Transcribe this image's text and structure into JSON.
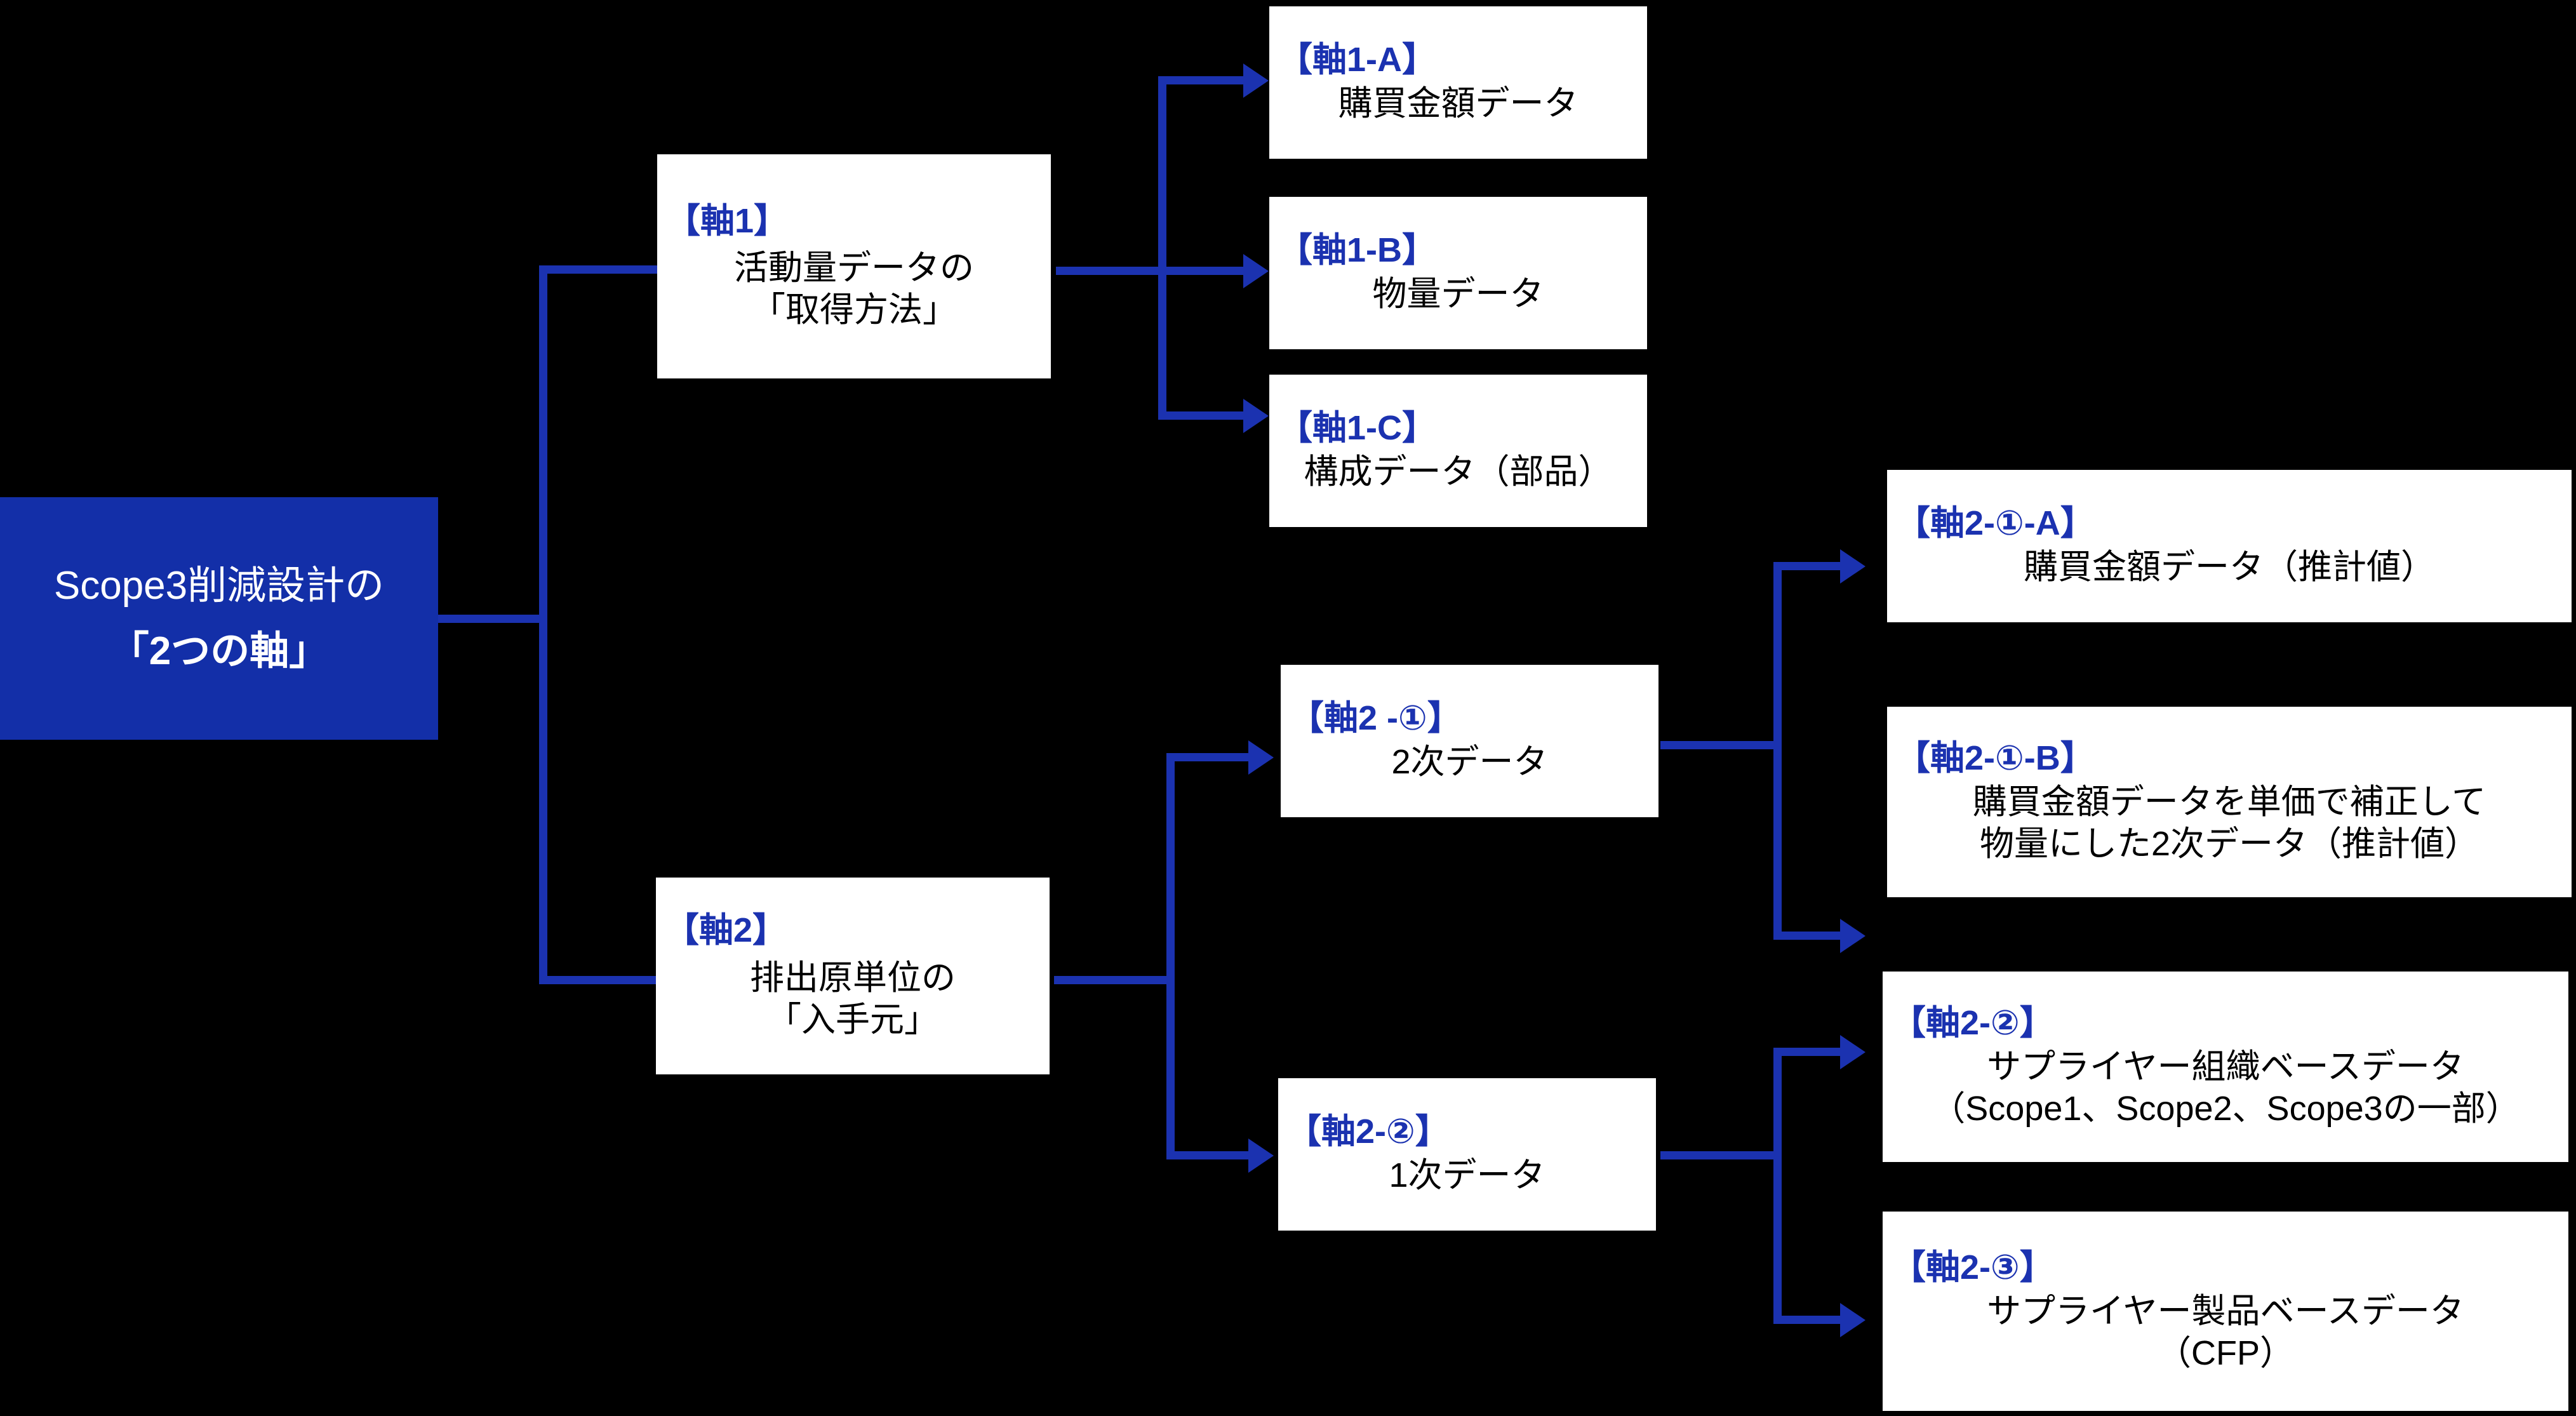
{
  "diagram": {
    "title": "Scope3削減設計の「2つの軸」",
    "accent_color": "#1B32B0",
    "root_fill": "#132FA8",
    "box_fill": "#FFFFFF",
    "background": "#000000",
    "text_color": "#000000",
    "root_text_color": "#FFFFFF"
  },
  "root": {
    "line1": "Scope3削減設計の",
    "line2": "「2つの軸」"
  },
  "nodes": {
    "axis1": {
      "tag": "【軸1】",
      "body_line1": "活動量データの",
      "body_line2": "「取得方法」"
    },
    "axis1_a": {
      "tag": "【軸1-A】",
      "body_line1": "購買金額データ"
    },
    "axis1_b": {
      "tag": "【軸1-B】",
      "body_line1": "物量データ"
    },
    "axis1_c": {
      "tag": "【軸1-C】",
      "body_line1": "構成データ（部品）"
    },
    "axis2": {
      "tag": "【軸2】",
      "body_line1": "排出原単位の",
      "body_line2": "「入手元」"
    },
    "axis2_1": {
      "tag": "【軸2 -①】",
      "body_line1": "2次データ"
    },
    "axis2_2": {
      "tag": "【軸2-②】",
      "body_line1": "1次データ"
    },
    "axis2_1_a": {
      "tag": "【軸2-①-A】",
      "body_line1": "購買金額データ（推計値）"
    },
    "axis2_1_b": {
      "tag": "【軸2-①-B】",
      "body_line1": "購買金額データを単価で補正して",
      "body_line2": "物量にした2次データ（推計値）"
    },
    "axis2_2_detail": {
      "tag": "【軸2-②】",
      "body_line1": "サプライヤー組織ベースデータ",
      "body_line2": "（Scope1、Scope2、Scope3の一部）"
    },
    "axis2_3_detail": {
      "tag": "【軸2-③】",
      "body_line1": "サプライヤー製品ベースデータ",
      "body_line2": "（CFP）"
    }
  }
}
